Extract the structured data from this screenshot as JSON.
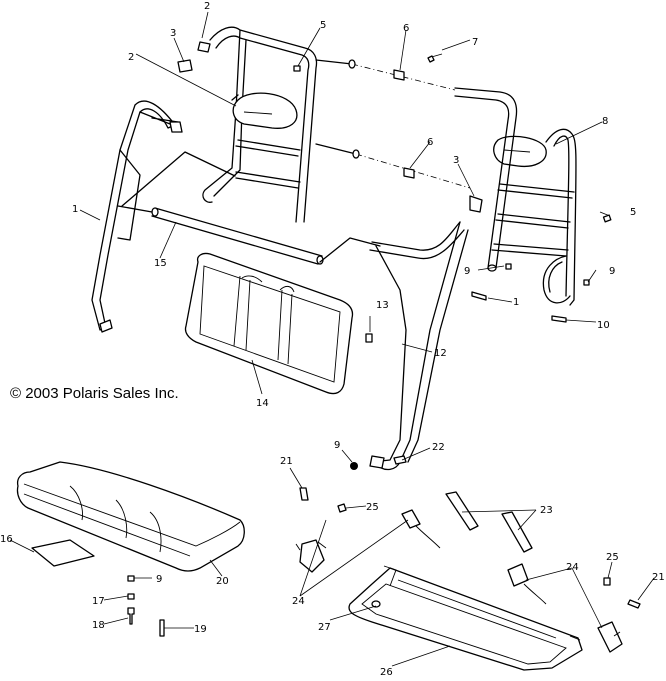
{
  "copyright": "© 2003 Polaris Sales Inc.",
  "callouts": {
    "c1": "1",
    "c1b": "1",
    "c2": "2",
    "c2b": "2",
    "c3": "3",
    "c3b": "3",
    "c5": "5",
    "c5b": "5",
    "c6": "6",
    "c6b": "6",
    "c7": "7",
    "c8": "8",
    "c9": "9",
    "c9b": "9",
    "c9c": "9",
    "c9d": "9",
    "c10": "10",
    "c12": "12",
    "c13": "13",
    "c14": "14",
    "c15": "15",
    "c16": "16",
    "c17": "17",
    "c18": "18",
    "c19": "19",
    "c20": "20",
    "c21": "21",
    "c21b": "21",
    "c22": "22",
    "c23": "23",
    "c24": "24",
    "c24b": "24",
    "c25": "25",
    "c25b": "25",
    "c26": "26",
    "c27": "27"
  }
}
